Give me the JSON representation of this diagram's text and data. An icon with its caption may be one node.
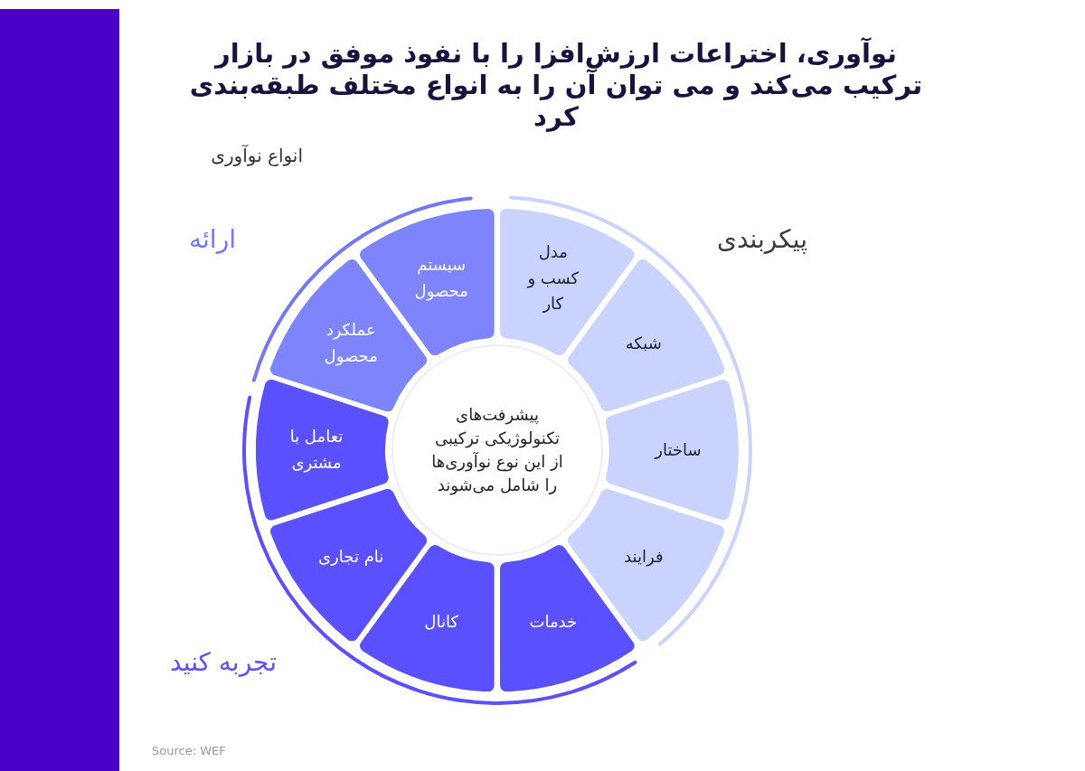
{
  "diagram": {
    "title": "نوآوری، اختراعات ارزش‌افزا را با نفوذ موفق در بازار ترکیب می‌کند و می توان آن را به انواع مختلف طبقه‌بندی کرد",
    "nodes": [
      {
        "text": [
          "سیستم محصول"
        ]
      },
      {
        "text": [
          "مدل کسب و کار"
        ]
      },
      {
        "text": [
          "شبکه"
        ]
      },
      {
        "text": [
          "ساختار"
        ]
      },
      {
        "text": [
          "فرایند"
        ]
      },
      {
        "text": [
          "خدمات"
        ]
      },
      {
        "text": [
          "کانال"
        ]
      },
      {
        "text": [
          "نام تجاری"
        ]
      },
      {
        "text": [
          "تعامل با مشتری"
        ]
      },
      {
        "text": [
          "عملکرد محصول"
        ]
      },
      {
        "text": [
          "پیشرفت‌های تکنولوژیکی ترکیبی از این نوع نوآوری‌ها را شامل می‌شوند"
        ]
      },
      {
        "text": [],
        "shape": "bar"
      }
    ],
    "labels": [
      "انواع نوآوری",
      "ارائه",
      "پیکربندی",
      "تجربه کنید",
      "Source: WEF"
    ]
  }
}
